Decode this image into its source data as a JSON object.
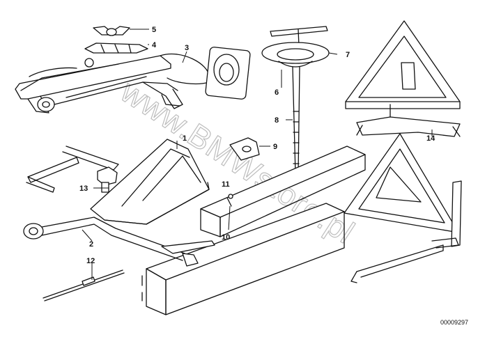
{
  "diagram": {
    "callouts": [
      "1",
      "2",
      "3",
      "4",
      "5",
      "6",
      "7",
      "8",
      "9",
      "10",
      "11",
      "12",
      "13",
      "14"
    ],
    "watermark": "www.BMWstore.pl",
    "image_code": "00009297"
  }
}
